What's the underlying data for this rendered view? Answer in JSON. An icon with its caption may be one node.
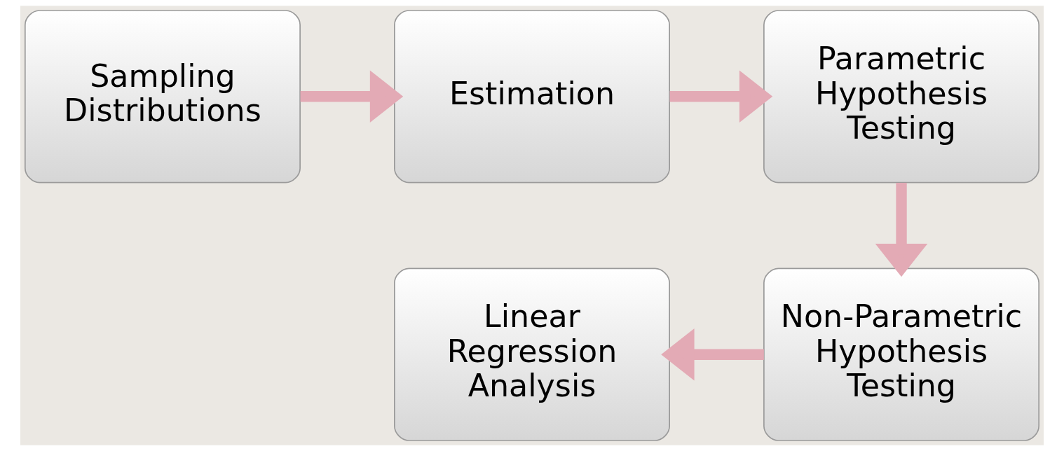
{
  "diagram": {
    "nodes": [
      {
        "text": [
          "Sampling Distributions"
        ]
      },
      {
        "text": [
          "Estimation"
        ]
      },
      {
        "text": [
          "Parametric Hypothesis Testing"
        ]
      },
      {
        "text": [
          "Non-Parametric Hypothesis Testing"
        ]
      },
      {
        "text": [
          "Linear Regression Analysis"
        ]
      }
    ],
    "edges": [
      {
        "from": 0,
        "to": 1,
        "arrow": "to"
      },
      {
        "from": 1,
        "to": 2,
        "arrow": "to"
      },
      {
        "from": 2,
        "to": 3,
        "arrow": "to"
      },
      {
        "from": 3,
        "to": 4,
        "arrow": "to"
      }
    ]
  }
}
